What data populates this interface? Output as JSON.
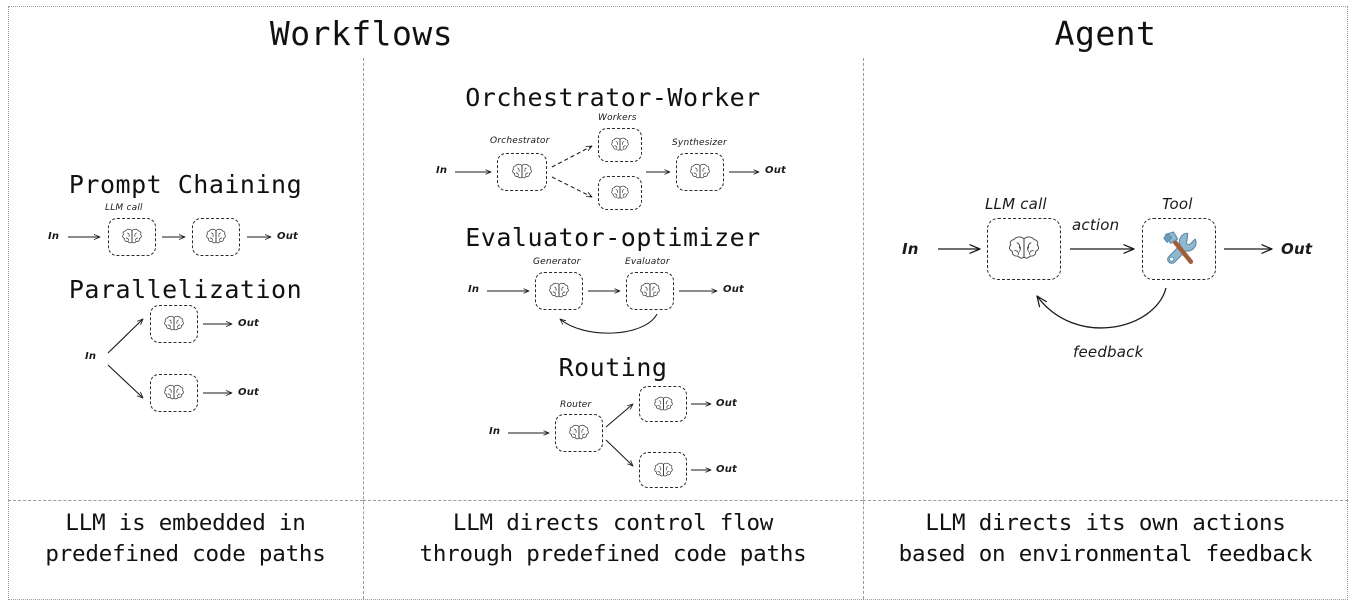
{
  "figure": {
    "panels": [
      {
        "id": "workflows",
        "title": "Workflows"
      },
      {
        "id": "agent",
        "title": "Agent"
      }
    ]
  },
  "sections": {
    "prompt_chaining": {
      "title": "Prompt Chaining",
      "in": "In",
      "out": "Out",
      "node_label": "LLM call",
      "nodes": [
        "brain",
        "brain"
      ]
    },
    "parallelization": {
      "title": "Parallelization",
      "in": "In",
      "out_top": "Out",
      "out_bottom": "Out"
    },
    "orchestrator_worker": {
      "title": "Orchestrator-Worker",
      "in": "In",
      "out": "Out",
      "orchestrator_label": "Orchestrator",
      "workers_label": "Workers",
      "synthesizer_label": "Synthesizer"
    },
    "evaluator_optimizer": {
      "title": "Evaluator-optimizer",
      "in": "In",
      "out": "Out",
      "generator_label": "Generator",
      "evaluator_label": "Evaluator"
    },
    "routing": {
      "title": "Routing",
      "in": "In",
      "router_label": "Router",
      "out_top": "Out",
      "out_bottom": "Out"
    },
    "agent": {
      "in": "In",
      "out": "Out",
      "llm_call_label": "LLM call",
      "tool_label": "Tool",
      "action_label": "action",
      "feedback_label": "feedback"
    }
  },
  "captions": {
    "left": {
      "line1": "LLM is embedded in",
      "line2": "predefined code paths"
    },
    "mid": {
      "line1": "LLM directs control flow",
      "line2": "through predefined code paths"
    },
    "right": {
      "line1": "LLM directs its own actions",
      "line2": "based on environmental feedback"
    }
  },
  "icons": {
    "brain": "brain-icon",
    "tool": "hammer-and-wrench-icon"
  },
  "colors": {
    "ink": "#111111",
    "frame": "#9b9b9b",
    "node_border": "#2a2a2a",
    "tool_metal": "#8FB8D0",
    "tool_metal_dark": "#5B89A6",
    "tool_handle": "#A2613B",
    "background": "#ffffff"
  }
}
